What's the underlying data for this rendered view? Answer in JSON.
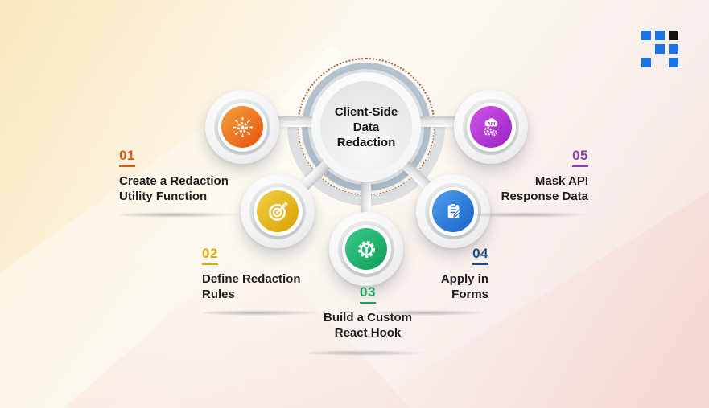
{
  "logo": {
    "grid": [
      [
        "blue",
        "blue",
        "black"
      ],
      [
        "",
        "blue",
        "blue"
      ],
      [
        "blue",
        "",
        "blue"
      ]
    ],
    "colors": {
      "blue": "#1a74e8",
      "black": "#121212"
    }
  },
  "hub": {
    "title_line1": "Client-Side",
    "title_line2": "Data",
    "title_line3": "Redaction",
    "dotted_ring_color": "#aa6148",
    "band_color": "#b5c3d1"
  },
  "steps": [
    {
      "number": "01",
      "accent": "#e05a17",
      "label_line1": "Create a Redaction",
      "label_line2": "Utility Function",
      "icon": "gear-network-icon",
      "gradient": [
        "#f6a03c",
        "#e4540e"
      ]
    },
    {
      "number": "02",
      "accent": "#e2a705",
      "label_line1": "Define Redaction",
      "label_line2": "Rules",
      "icon": "target-arrow-icon",
      "gradient": [
        "#f2d044",
        "#d6a100"
      ]
    },
    {
      "number": "03",
      "accent": "#1ba05f",
      "label_line1": "Build a Custom",
      "label_line2": "React Hook",
      "icon": "gear-wrench-icon",
      "gradient": [
        "#3cc98c",
        "#0e9e55"
      ]
    },
    {
      "number": "04",
      "accent": "#174f86",
      "label_line1": "Apply in",
      "label_line2": "Forms",
      "icon": "clipboard-pencil-icon",
      "gradient": [
        "#4e9ff0",
        "#1862c6"
      ]
    },
    {
      "number": "05",
      "accent": "#8c3fae",
      "label_line1": "Mask API",
      "label_line2": "Response Data",
      "icon": "api-cloud-gears-icon",
      "icon_text": "API",
      "gradient": [
        "#d055e8",
        "#9922c2"
      ]
    }
  ]
}
